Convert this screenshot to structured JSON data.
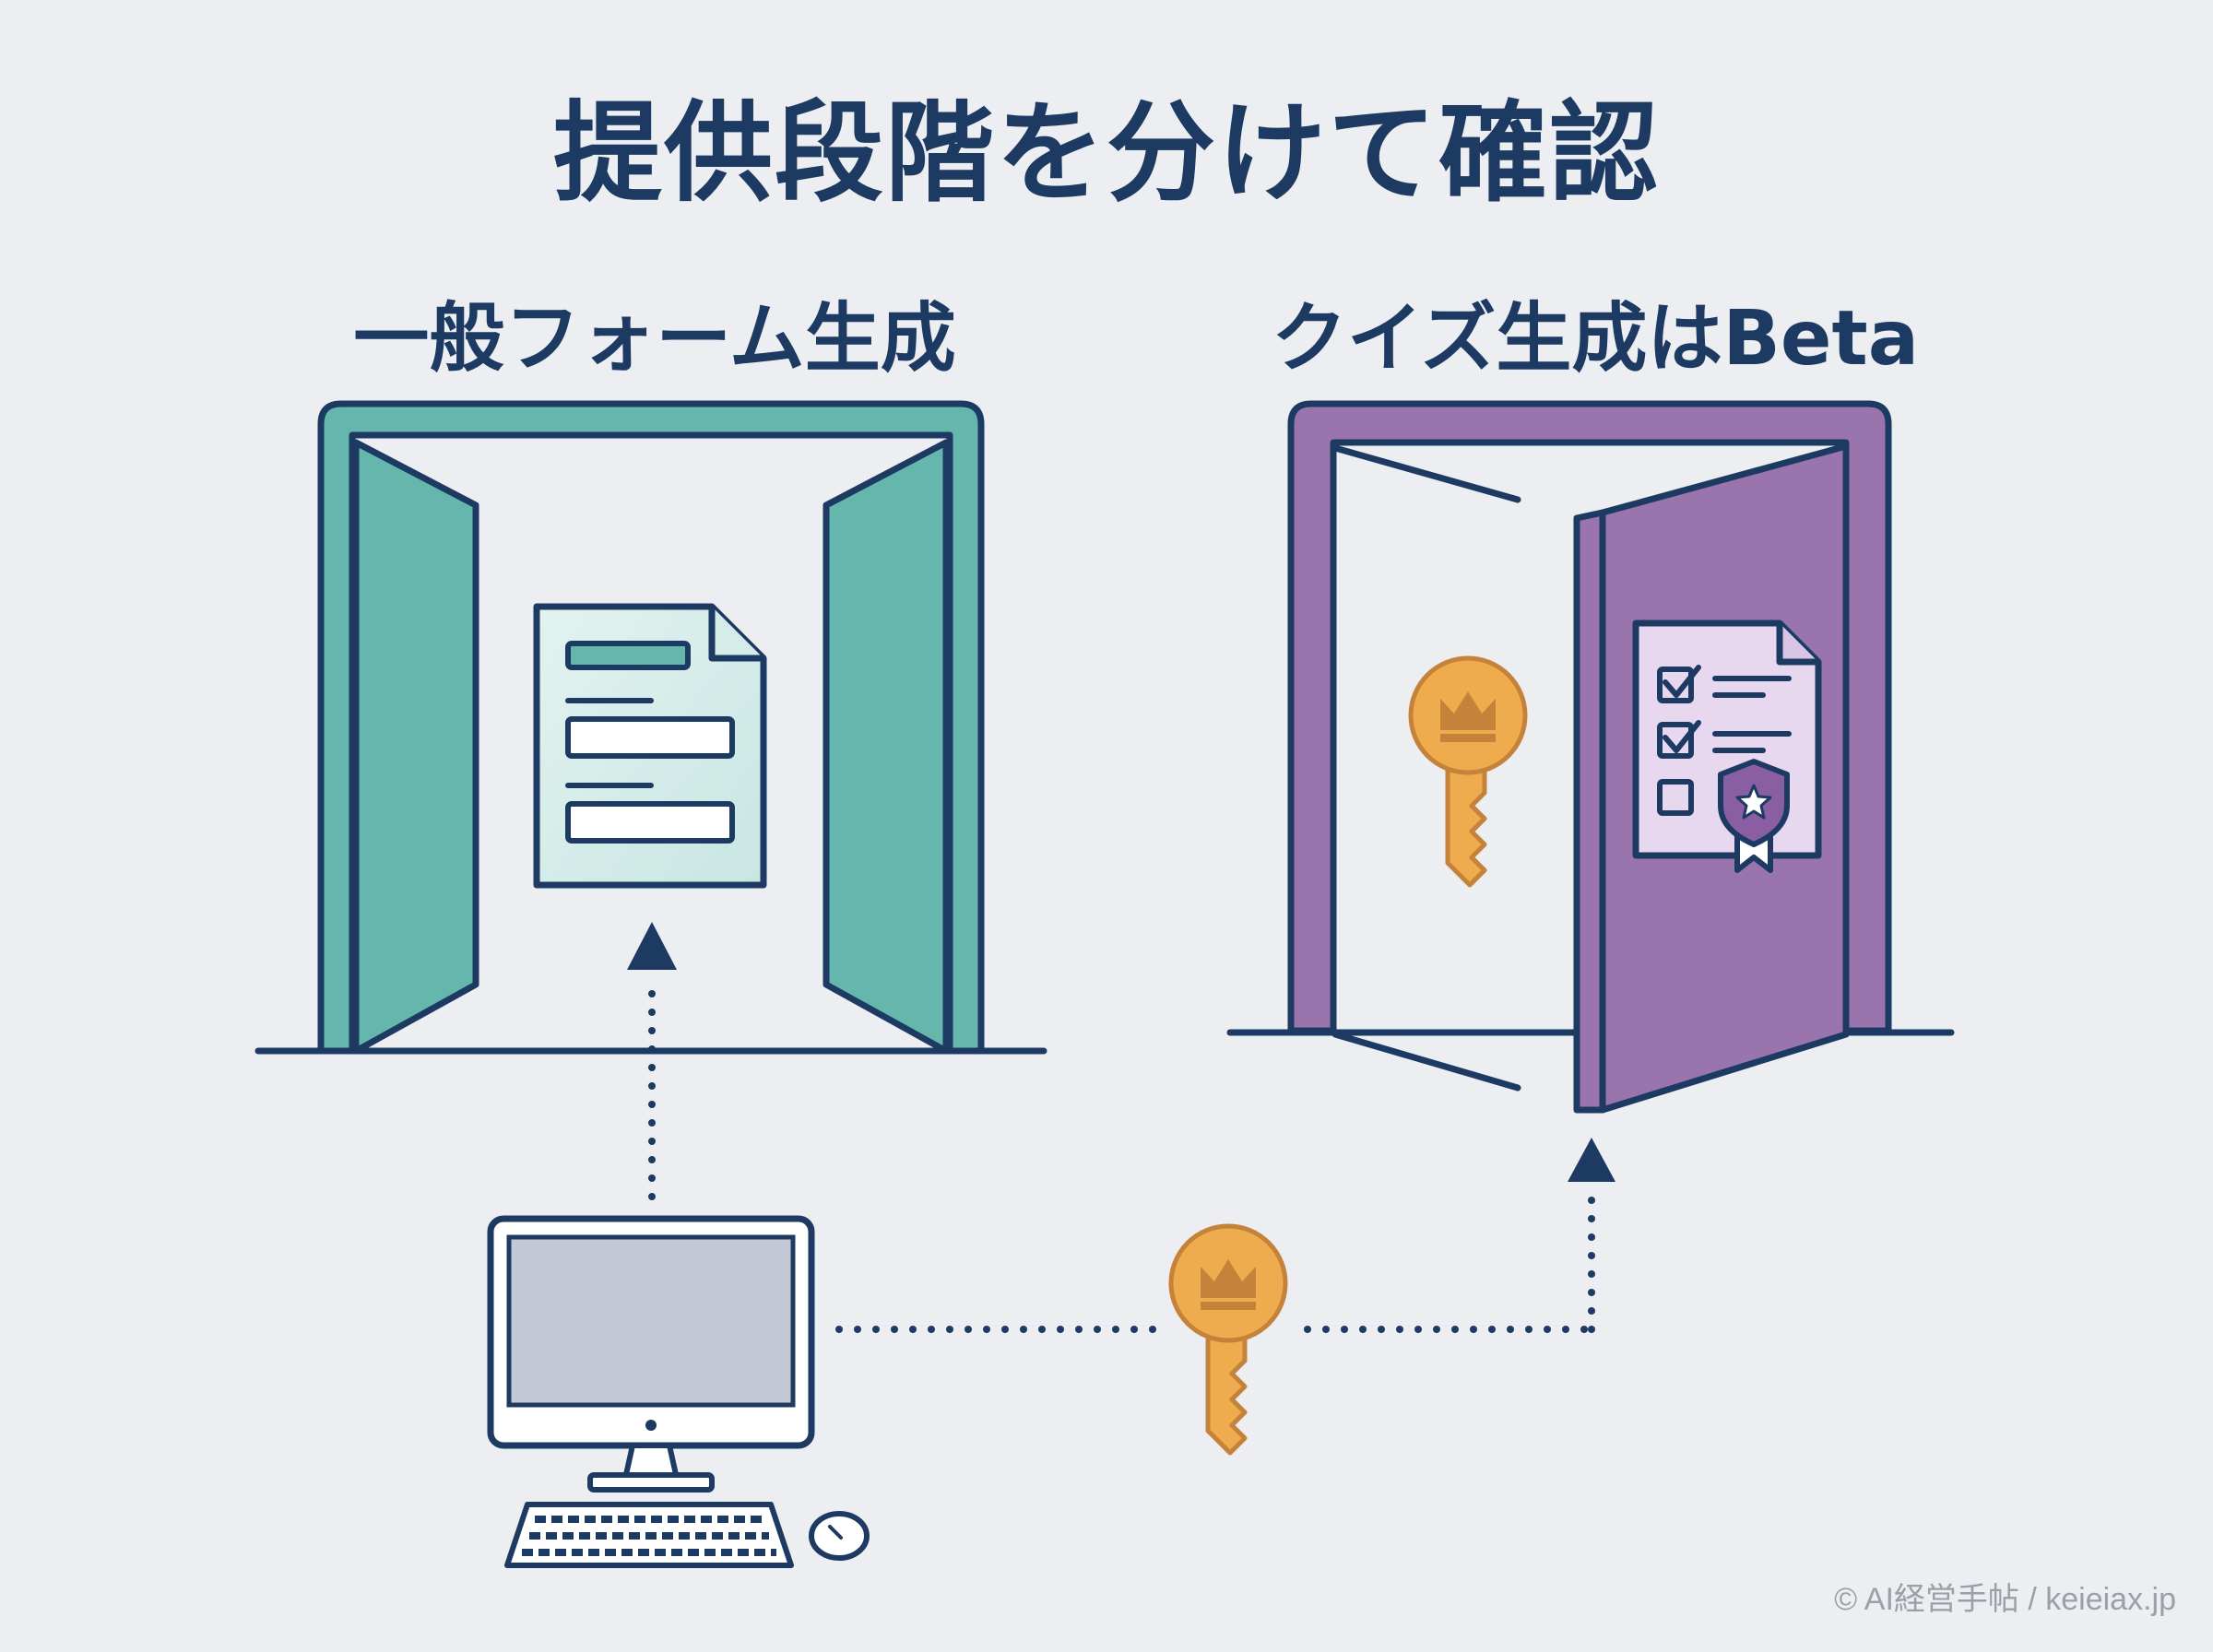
{
  "title": "提供段階を分けて確認",
  "left_panel": {
    "label": "一般フォーム生成"
  },
  "right_panel": {
    "label": "クイズ生成はBeta"
  },
  "footer": "© AI経営手帖 / keieiax.jp",
  "colors": {
    "navy": "#1d3a63",
    "teal": "#65b7ae",
    "purple": "#9a74ad",
    "key_gold": "#eeac4e",
    "background": "#eceef2"
  }
}
